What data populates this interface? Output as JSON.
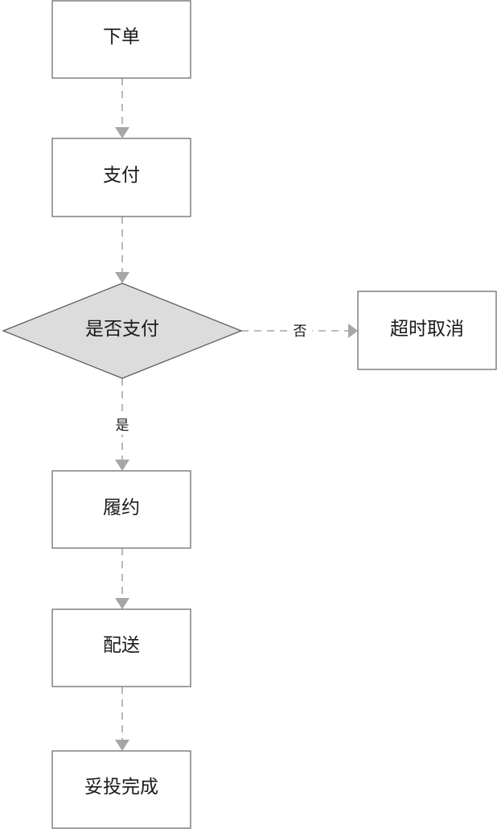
{
  "diagram": {
    "nodes": {
      "order": "下单",
      "pay": "支付",
      "paid_check": "是否支付",
      "timeout_cancel": "超时取消",
      "fulfill": "履约",
      "deliver": "配送",
      "complete": "妥投完成"
    },
    "edges": {
      "no_label": "否",
      "yes_label": "是"
    },
    "colors": {
      "box_border": "#6e6e6e",
      "diamond_fill": "#dcdcdc",
      "connector": "#a6a6a6",
      "text": "#1a1a1a"
    }
  }
}
